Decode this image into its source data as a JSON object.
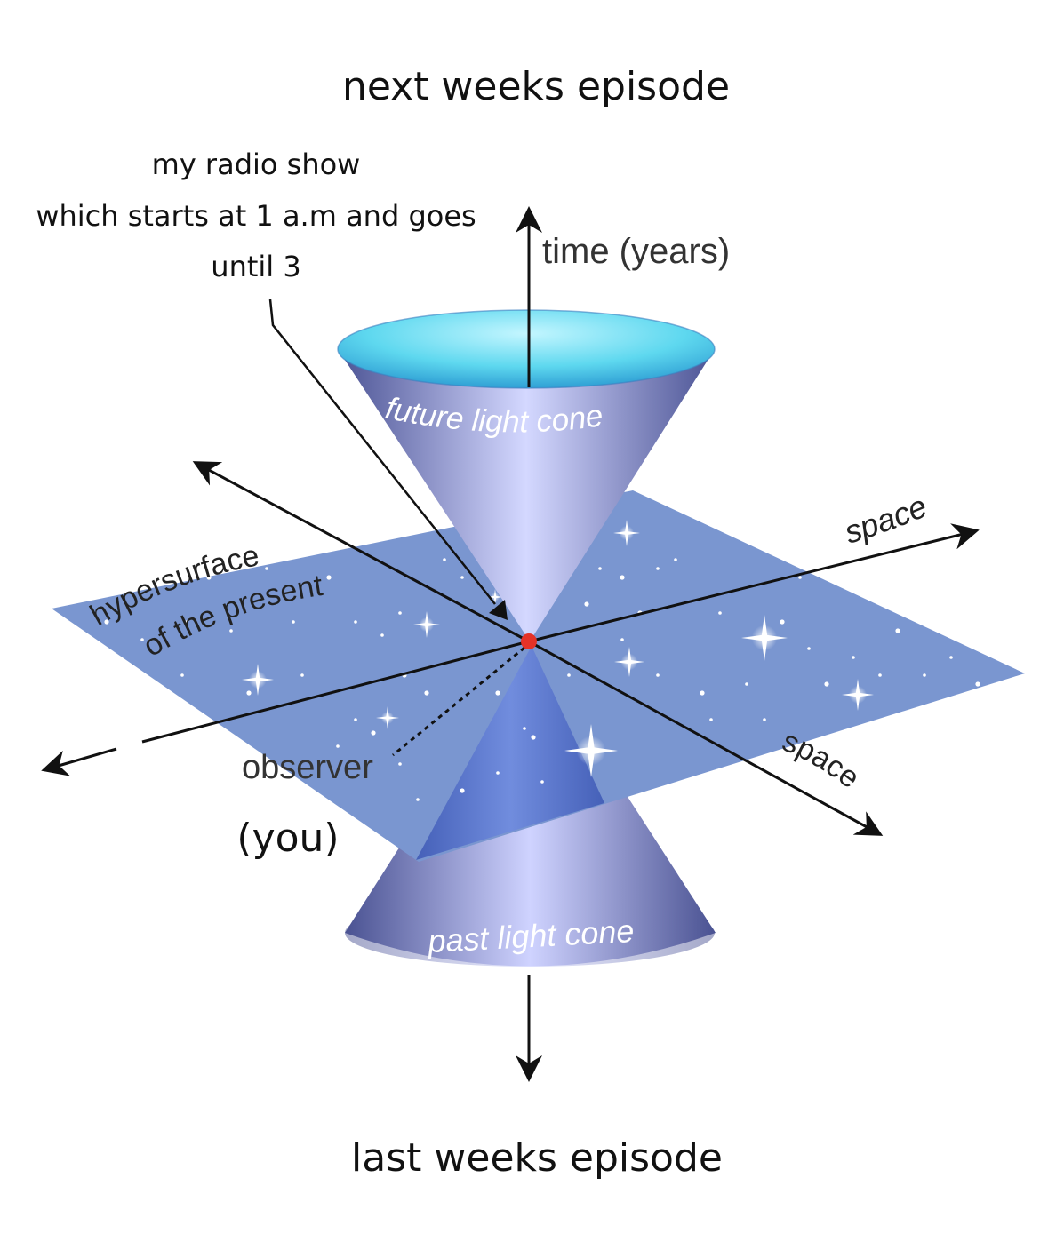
{
  "meme": {
    "top_caption": "next weeks episode",
    "bottom_caption": "last weeks episode",
    "radio_show_lines": [
      "my radio show",
      "which starts at 1 a.m and goes",
      "until 3"
    ],
    "observer_you": "(you)"
  },
  "diagram": {
    "time_axis_label": "time (years)",
    "future_cone_label": "future light cone",
    "past_cone_label": "past light cone",
    "space_label_right": "space",
    "space_label_lower_right": "space",
    "hypersurface_line1": "hypersurface",
    "hypersurface_line2": "of the present",
    "observer_label": "observer"
  },
  "colors": {
    "plane": "#7a96d0",
    "cone_dark": "#4d5596",
    "cone_light": "#d2d6ff",
    "cone_rim": "#63e0f4",
    "observer_dot": "#e53227",
    "axis": "#111111"
  }
}
